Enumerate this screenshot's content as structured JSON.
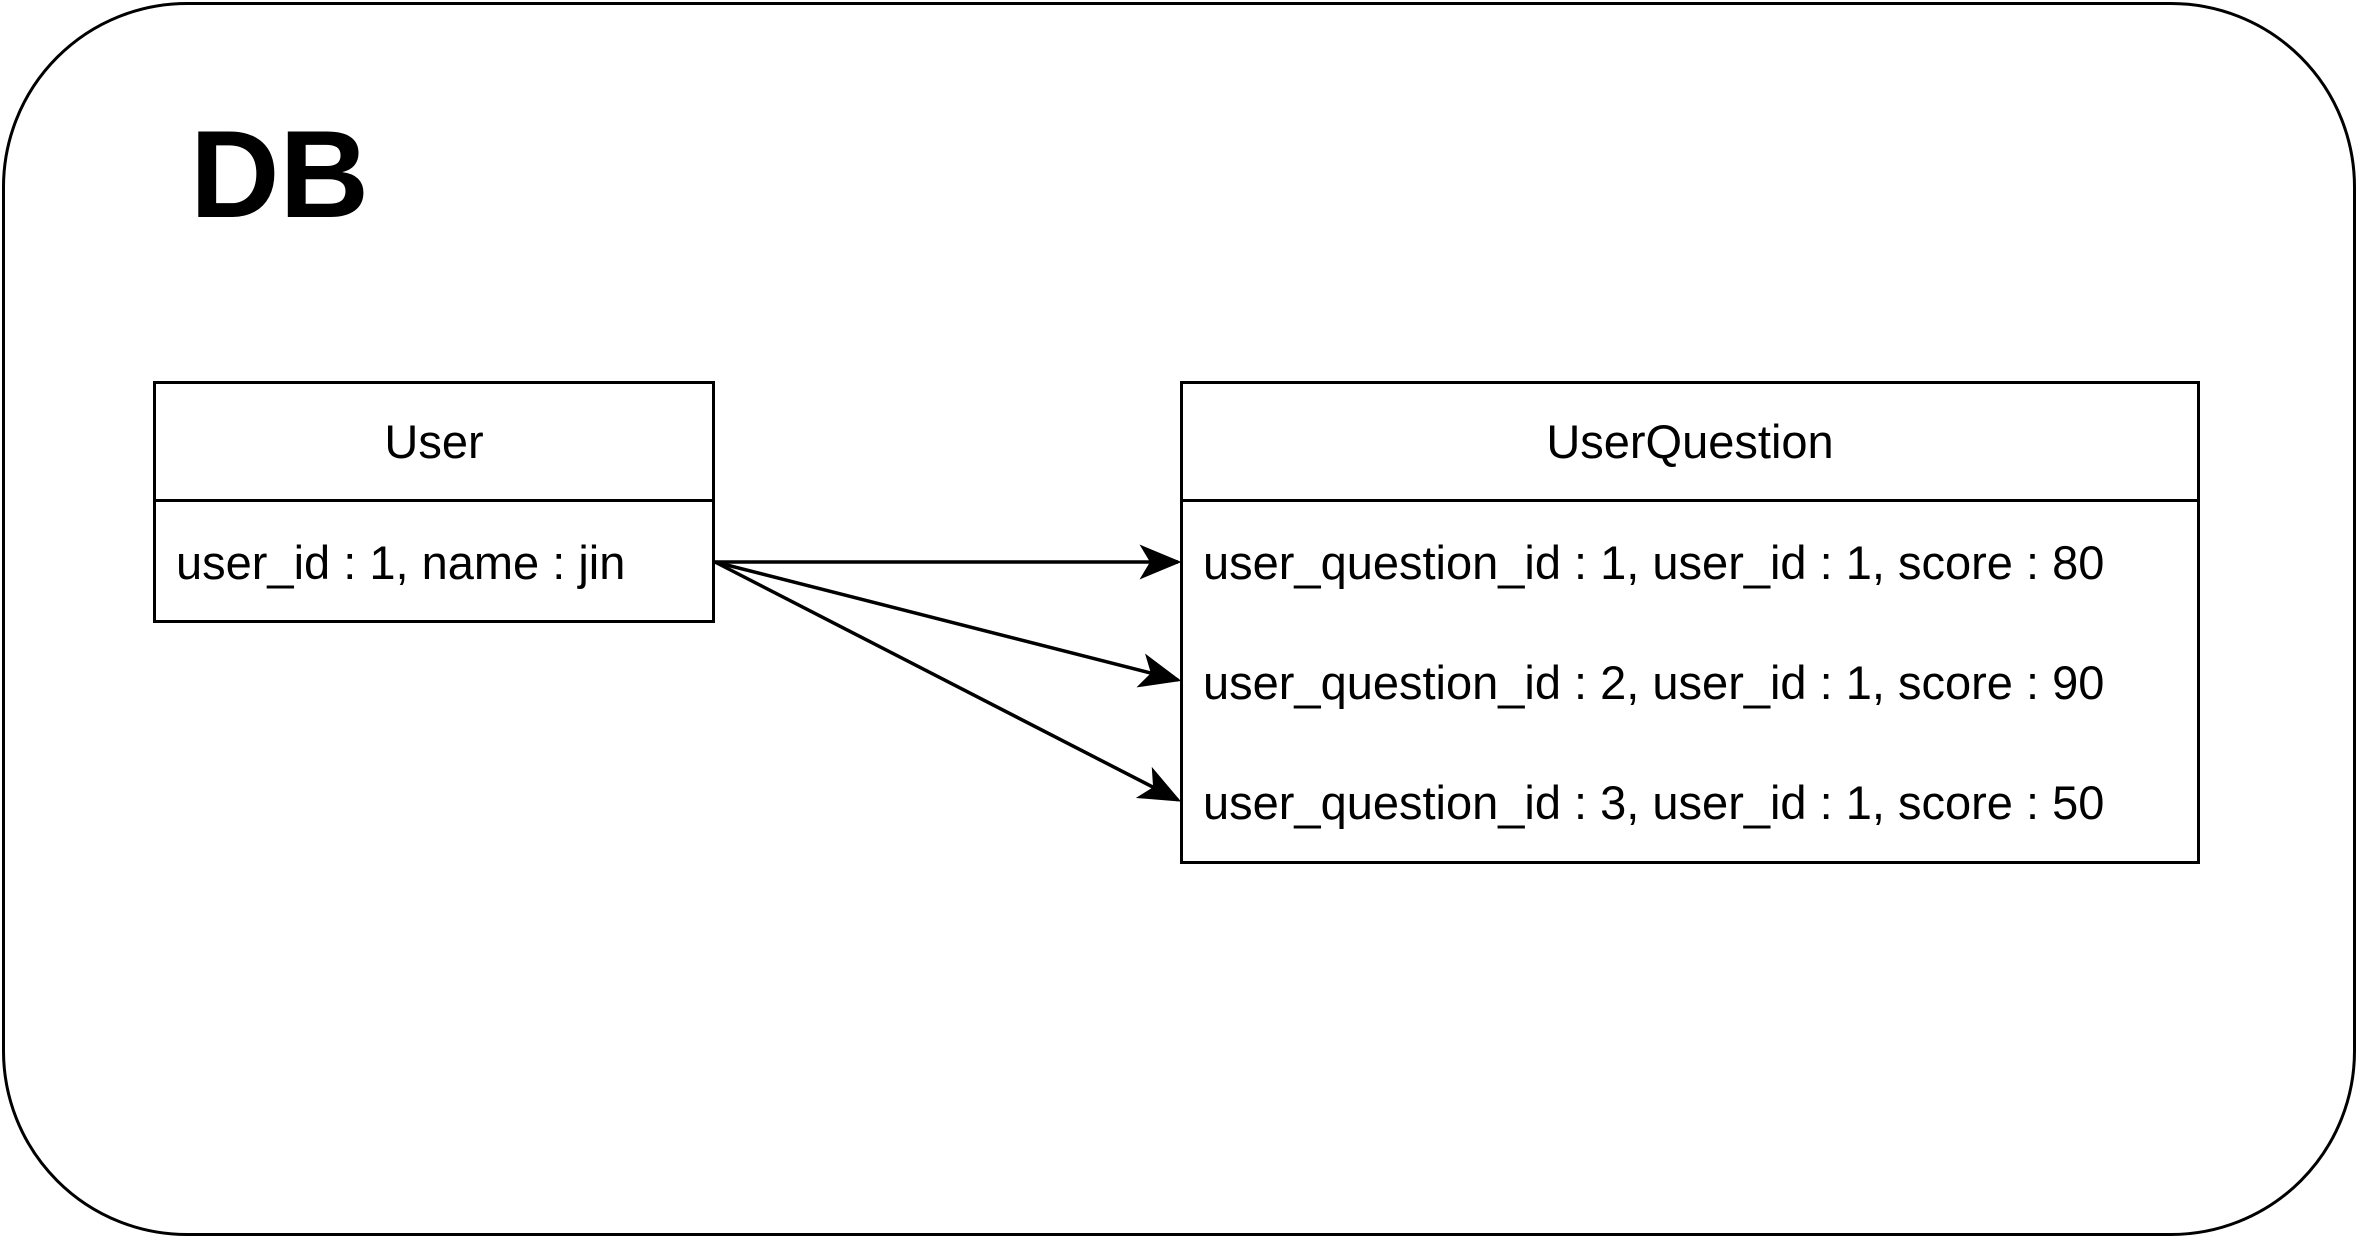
{
  "diagram": {
    "container_label": "DB",
    "entities": [
      {
        "name": "User",
        "rows": [
          "user_id : 1, name : jin"
        ]
      },
      {
        "name": "UserQuestion",
        "rows": [
          "user_question_id : 1, user_id : 1, score : 80",
          "user_question_id : 2, user_id : 1, score : 90",
          "user_question_id : 3, user_id : 1, score : 50"
        ]
      }
    ],
    "relations": [
      {
        "from": "User.rows.0",
        "to": "UserQuestion.rows.0"
      },
      {
        "from": "User.rows.0",
        "to": "UserQuestion.rows.1"
      },
      {
        "from": "User.rows.0",
        "to": "UserQuestion.rows.2"
      }
    ]
  }
}
